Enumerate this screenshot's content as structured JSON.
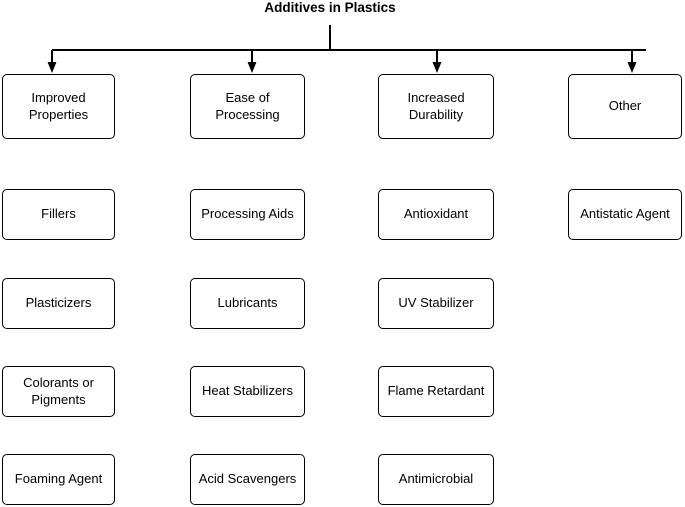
{
  "title": "Additives in Plastics",
  "colors": {
    "line": "#000000",
    "box_border": "#000000",
    "text": "#000000",
    "background": "#ffffff"
  },
  "columns": [
    {
      "header": "Improved Properties",
      "items": [
        "Fillers",
        "Plasticizers",
        "Colorants or Pigments",
        "Foaming Agent"
      ]
    },
    {
      "header": "Ease of Processing",
      "items": [
        "Processing Aids",
        "Lubricants",
        "Heat Stabilizers",
        "Acid Scavengers"
      ]
    },
    {
      "header": "Increased Durability",
      "items": [
        "Antioxidant",
        "UV Stabilizer",
        "Flame Retardant",
        "Antimicrobial"
      ]
    },
    {
      "header": "Other",
      "items": [
        "Antistatic Agent"
      ]
    }
  ]
}
